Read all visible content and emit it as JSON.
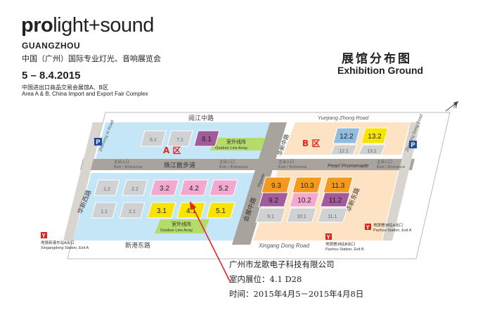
{
  "header": {
    "logo_bold": "pro",
    "logo_rest": "light+sound",
    "city": "GUANGZHOU",
    "title_cn": "中国（广州）国际专业灯光、音响展览会",
    "date": "5 – 8.4.2015",
    "venue_cn": "中国进出口商品交易会展馆A、B区",
    "venue_en": "Area A & B, China Import and Export Fair Complex"
  },
  "map_title": {
    "cn": "展馆分布图",
    "en": "Exhibition Ground"
  },
  "map": {
    "area_a_label": "A 区",
    "area_b_label": "B 区",
    "outdoor_cn": "室外线阵",
    "outdoor_en": "Outdoor Line Array",
    "roads": {
      "yuejiang_cn": "阅江中路",
      "yuejiang_en": "Yuejiang Zhong Road",
      "xingang_cn": "新港东路",
      "xingang_en": "Xingang Dong Road",
      "zhujiang_cn": "珠江散步道",
      "pearl_en": "Pearl Promenade",
      "huaxin_west_cn": "华新西路",
      "huaxin_east_cn": "华新东路",
      "zhenxing_west_en": "Zhenxing Xi Road",
      "zhenxing_east_en": "Zhenxing Dong Road",
      "flyover_cn": "会展中路",
      "flyover_en": "Flyover",
      "huaxin_mid_cn": "华新中路"
    },
    "entrances": {
      "cn": "主出入口",
      "en": "Exit / Entrance"
    },
    "stations": {
      "xingang_cn": "地铁新港东站A出口",
      "xingang_en": "Xingangdong Station, Exit A",
      "pazhou_a_cn": "地铁琶洲站A出口",
      "pazhou_a_en": "Pazhou Station, Exit A",
      "pazhou_b_cn": "地铁琶洲站B出口",
      "pazhou_b_en": "Pazhou Station, Exit B"
    },
    "parking": "P",
    "metro": "Y",
    "halls_a": [
      "6.1",
      "7.1",
      "8.1",
      "1.2",
      "2.2",
      "3.2",
      "4.2",
      "5.2",
      "1.1",
      "2.1",
      "3.1",
      "4.1",
      "5.1"
    ],
    "halls_b": [
      "12.2",
      "13.2",
      "12.1",
      "13.1",
      "9.3",
      "10.3",
      "11.3",
      "9.2",
      "10.2",
      "11.2",
      "9.1",
      "10.1",
      "11.1"
    ]
  },
  "info": {
    "company": "广州市龙歌电子科技有限公司",
    "booth": "室内展位：4.1 D28",
    "time": "时间：2015年4月5－2015年4月8日"
  },
  "colors": {
    "area_a_bg": "#c5e6f7",
    "area_b_bg": "#fde3c3",
    "road": "#a8a39c",
    "hall_purple": "#a25c9c",
    "hall_pink": "#f3a8cf",
    "hall_yellow": "#f8e400",
    "hall_orange": "#f39a1e",
    "hall_grey": "#cfd1d3",
    "hall_blue": "#8fbde0",
    "outdoor_green": "#b5dc6b",
    "arrow_red": "#e5241a"
  }
}
